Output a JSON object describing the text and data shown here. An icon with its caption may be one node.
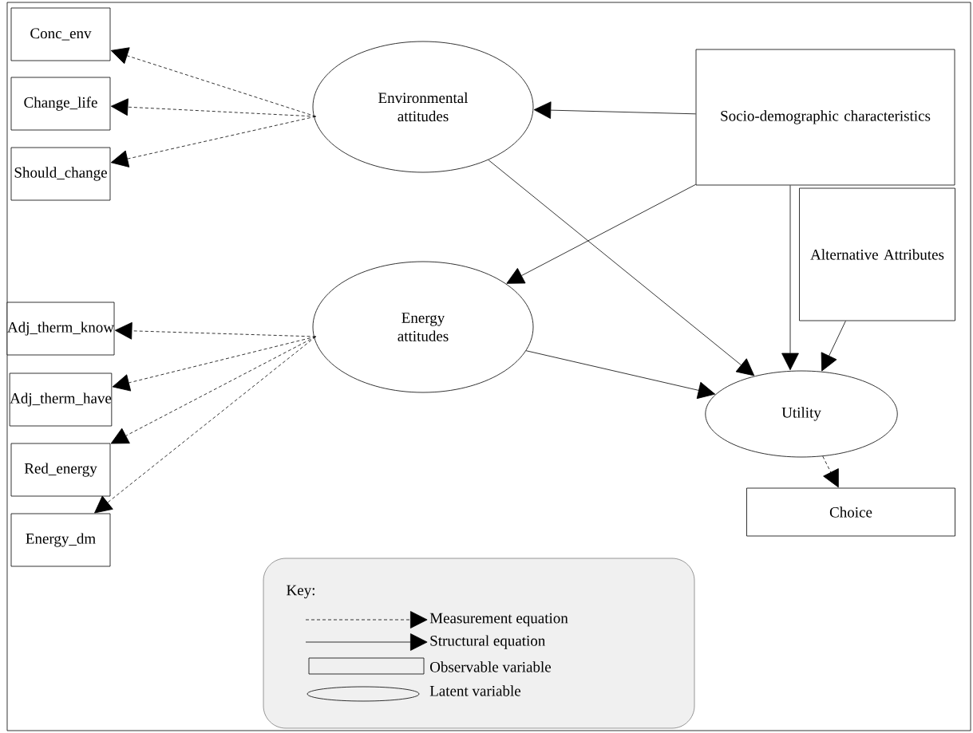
{
  "diagram": {
    "nodes": [
      {
        "text": [
          "Conc_env"
        ]
      },
      {
        "text": [
          "Change_life"
        ]
      },
      {
        "text": [
          "Should_change"
        ]
      },
      {
        "text": [
          "Environmental attitudes"
        ]
      },
      {
        "text": [
          "Socio-demographic characteristics"
        ]
      },
      {
        "text": [
          "Alternative Attributes"
        ]
      },
      {
        "text": [
          "Adj_therm_know"
        ]
      },
      {
        "text": [
          "Adj_therm_have"
        ]
      },
      {
        "text": [
          "Energy attitudes"
        ]
      },
      {
        "text": [
          "Red_energy"
        ]
      },
      {
        "text": [
          "Utility"
        ]
      },
      {
        "text": [
          "Energy_dm"
        ]
      },
      {
        "text": [
          "Choice"
        ]
      }
    ],
    "edges": [
      {
        "from": 3,
        "to": 0,
        "arrow": "to",
        "style": "dashed"
      },
      {
        "from": 3,
        "to": 1,
        "arrow": "to",
        "style": "dashed"
      },
      {
        "from": 3,
        "to": 2,
        "arrow": "to",
        "style": "dashed"
      },
      {
        "from": 4,
        "to": 3,
        "arrow": "to"
      },
      {
        "from": 4,
        "to": 8,
        "arrow": "to"
      },
      {
        "from": 4,
        "to": 10,
        "arrow": "to"
      },
      {
        "from": 5,
        "to": 10,
        "arrow": "to"
      },
      {
        "from": 3,
        "to": 10,
        "arrow": "to"
      },
      {
        "from": 8,
        "to": 10,
        "arrow": "to"
      },
      {
        "from": 8,
        "to": 6,
        "arrow": "to",
        "style": "dashed"
      },
      {
        "from": 8,
        "to": 7,
        "arrow": "to",
        "style": "dashed"
      },
      {
        "from": 8,
        "to": 9,
        "arrow": "to",
        "style": "dashed"
      },
      {
        "from": 8,
        "to": 11,
        "arrow": "to",
        "style": "dashed"
      },
      {
        "from": 10,
        "to": 12,
        "arrow": "to",
        "style": "dashed"
      }
    ],
    "labels": [
      "Key:"
    ],
    "legend": [
      {
        "text": "Measurement equation"
      },
      {
        "text": "Structural equation"
      },
      {
        "text": "Observable variable"
      },
      {
        "text": "Latent variable"
      }
    ]
  }
}
